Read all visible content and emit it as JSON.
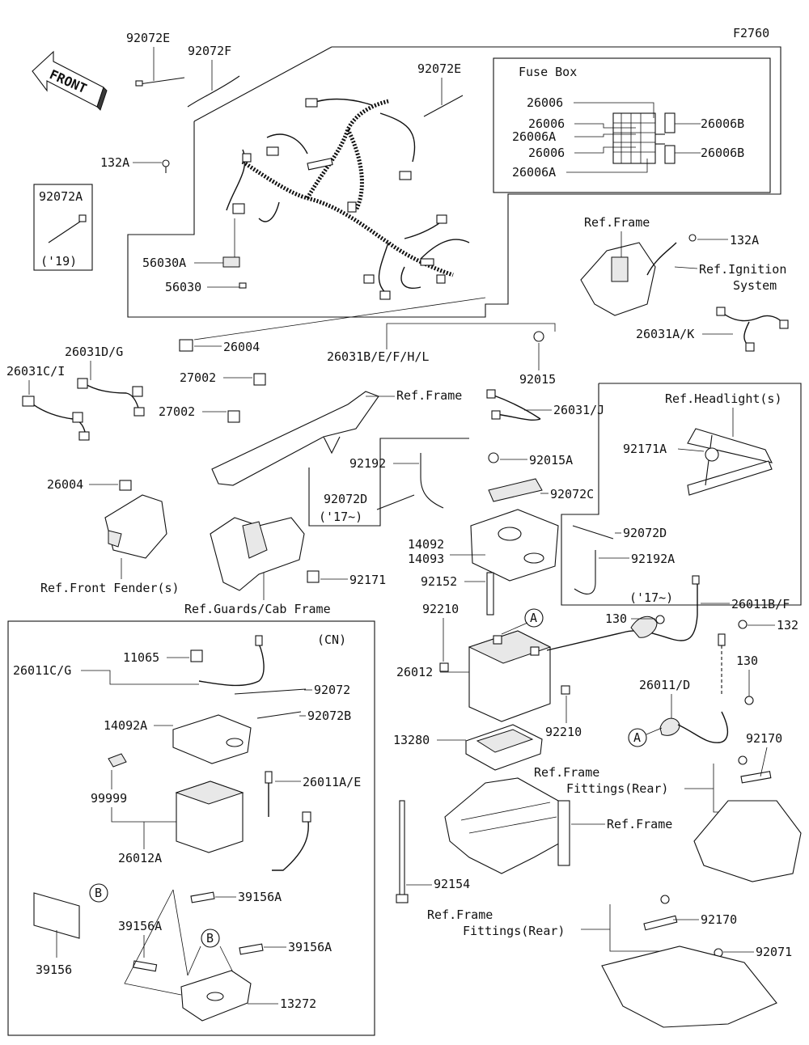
{
  "diagram_code": "F2760",
  "front_label": "FRONT",
  "fuse_box": {
    "title": "Fuse Box",
    "labels": [
      "26006",
      "26006",
      "26006A",
      "26006",
      "26006A",
      "26006B",
      "26006B"
    ]
  },
  "cn_box": {
    "title": "(CN)"
  },
  "callouts": [
    "A",
    "A",
    "B",
    "B"
  ],
  "labels": {
    "92072E_top": "92072E",
    "92072F": "92072F",
    "92072E_right": "92072E",
    "132A_left": "132A",
    "92072A": "92072A",
    "year19": "('19)",
    "56030A": "56030A",
    "56030": "56030",
    "26004_mid": "26004",
    "26031B": "26031B/E/F/H/L",
    "92015": "92015",
    "ref_frame_top": "Ref.Frame",
    "132A_right": "132A",
    "ref_ignition": "Ref.Ignition",
    "system": "System",
    "26031AK": "26031A/K",
    "26031DG": "26031D/G",
    "26031CI": "26031C/I",
    "27002_a": "27002",
    "27002_b": "27002",
    "ref_frame_mid": "Ref.Frame",
    "26031J": "26031/J",
    "ref_headlights": "Ref.Headlight(s)",
    "92171A": "92171A",
    "26004_left": "26004",
    "92192": "92192",
    "92015A": "92015A",
    "92072D_left": "92072D",
    "year17_left": "('17~)",
    "92072C": "92072C",
    "ref_front_fenders": "Ref.Front Fender(s)",
    "ref_guards": "Ref.Guards/Cab Frame",
    "92171": "92171",
    "14092": "14092",
    "14093": "14093",
    "92152": "92152",
    "92072D_right": "92072D",
    "92192A": "92192A",
    "year17_right": "('17~)",
    "92210_top": "92210",
    "130_top": "130",
    "26011BF": "26011B/F",
    "132": "132",
    "26012": "26012",
    "130_mid": "130",
    "92210_bot": "92210",
    "26011D": "26011/D",
    "13280": "13280",
    "92170_top": "92170",
    "ref_frame_b": "Ref.Frame",
    "fittings_rear_a": "Fittings(Rear)",
    "ref_frame_c": "Ref.Frame",
    "92154": "92154",
    "ref_frame_d": "Ref.Frame",
    "fittings_rear_b": "Fittings(Rear)",
    "92170_bot": "92170",
    "92071": "92071",
    "11065": "11065",
    "26011CG": "26011C/G",
    "92072": "92072",
    "92072B": "92072B",
    "14092A": "14092A",
    "99999": "99999",
    "26011AE": "26011A/E",
    "26012A": "26012A",
    "39156A_a": "39156A",
    "39156A_b": "39156A",
    "39156A_c": "39156A",
    "39156": "39156",
    "13272": "13272"
  }
}
